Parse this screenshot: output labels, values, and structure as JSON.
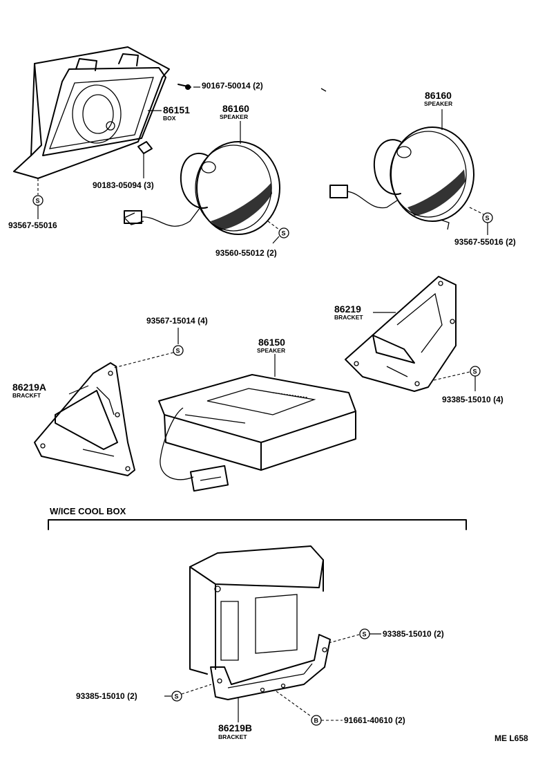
{
  "parts": {
    "box_86151": {
      "number": "86151",
      "name": "BOX"
    },
    "screw_90167": {
      "number": "90167-50014 (2)"
    },
    "speaker_86160_left": {
      "number": "86160",
      "name": "SPEAKER"
    },
    "speaker_86160_right": {
      "number": "86160",
      "name": "SPEAKER"
    },
    "clip_90183": {
      "number": "90183-05094 (3)"
    },
    "screw_93567_55016_left": {
      "number": "93567-55016"
    },
    "screw_93560": {
      "number": "93560-55012 (2)"
    },
    "screw_93567_55016_right": {
      "number": "93567-55016 (2)"
    },
    "screw_93567_15014": {
      "number": "93567-15014 (4)"
    },
    "bracket_86219": {
      "number": "86219",
      "name": "BRACKET"
    },
    "speaker_86150": {
      "number": "86150",
      "name": "SPEAKER"
    },
    "bracket_86219a": {
      "number": "86219A",
      "name": "BRACKFT"
    },
    "screw_93385_top": {
      "number": "93385-15010 (4)"
    },
    "screw_93385_cool_right": {
      "number": "93385-15010 (2)"
    },
    "screw_93385_cool_left": {
      "number": "93385-15010 (2)"
    },
    "bolt_91661": {
      "number": "91661-40610 (2)"
    },
    "bracket_86219b": {
      "number": "86219B",
      "name": "BRACKET"
    }
  },
  "section": {
    "title": "W/ICE COOL BOX"
  },
  "diagram_code": "ME L658",
  "symbols": {
    "screw": "S",
    "bolt": "B"
  }
}
